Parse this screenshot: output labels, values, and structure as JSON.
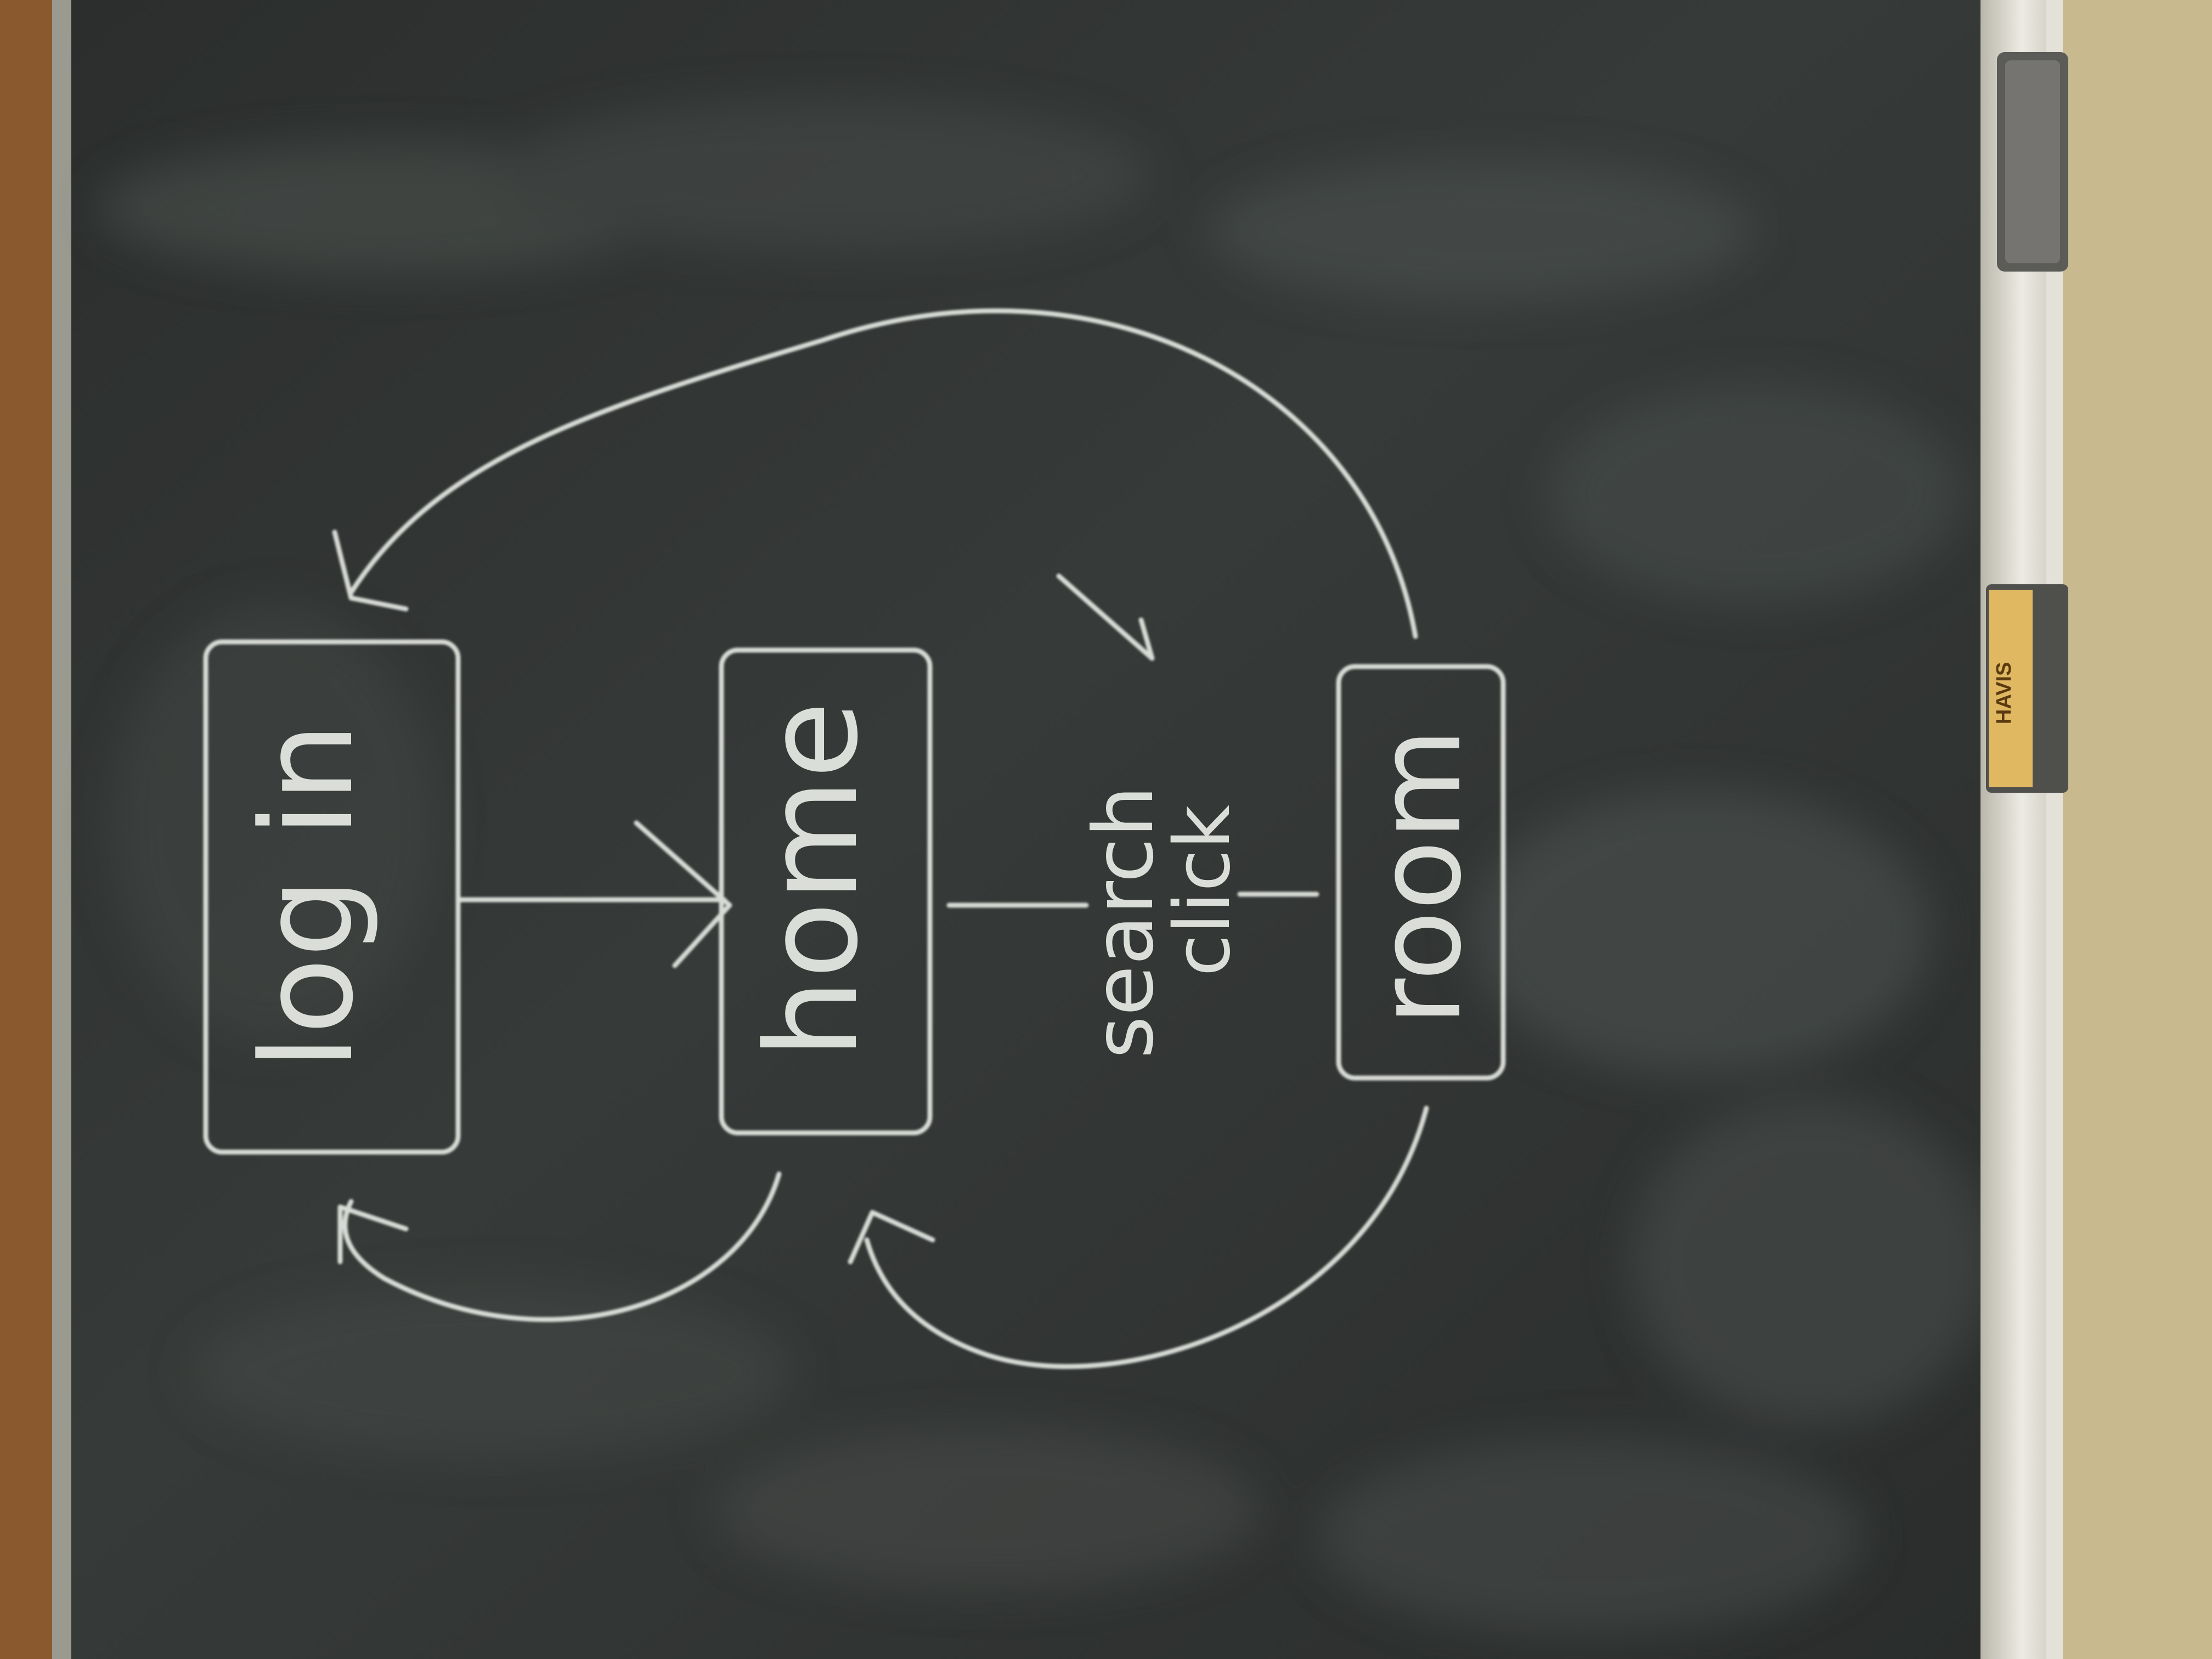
{
  "colors": {
    "board": "#2f3231",
    "board_light": "#4a4e4c",
    "chalk": "#e9ece6",
    "wood_frame": "#8a5a2e",
    "tray": "#d9d6c8",
    "wall": "#c8b98f"
  },
  "diagram": {
    "nodes": {
      "login": "log in",
      "home": "home",
      "room": "room"
    },
    "edge_labels": {
      "search": "search",
      "click": "click"
    }
  },
  "eraser_label": "HAVIS"
}
